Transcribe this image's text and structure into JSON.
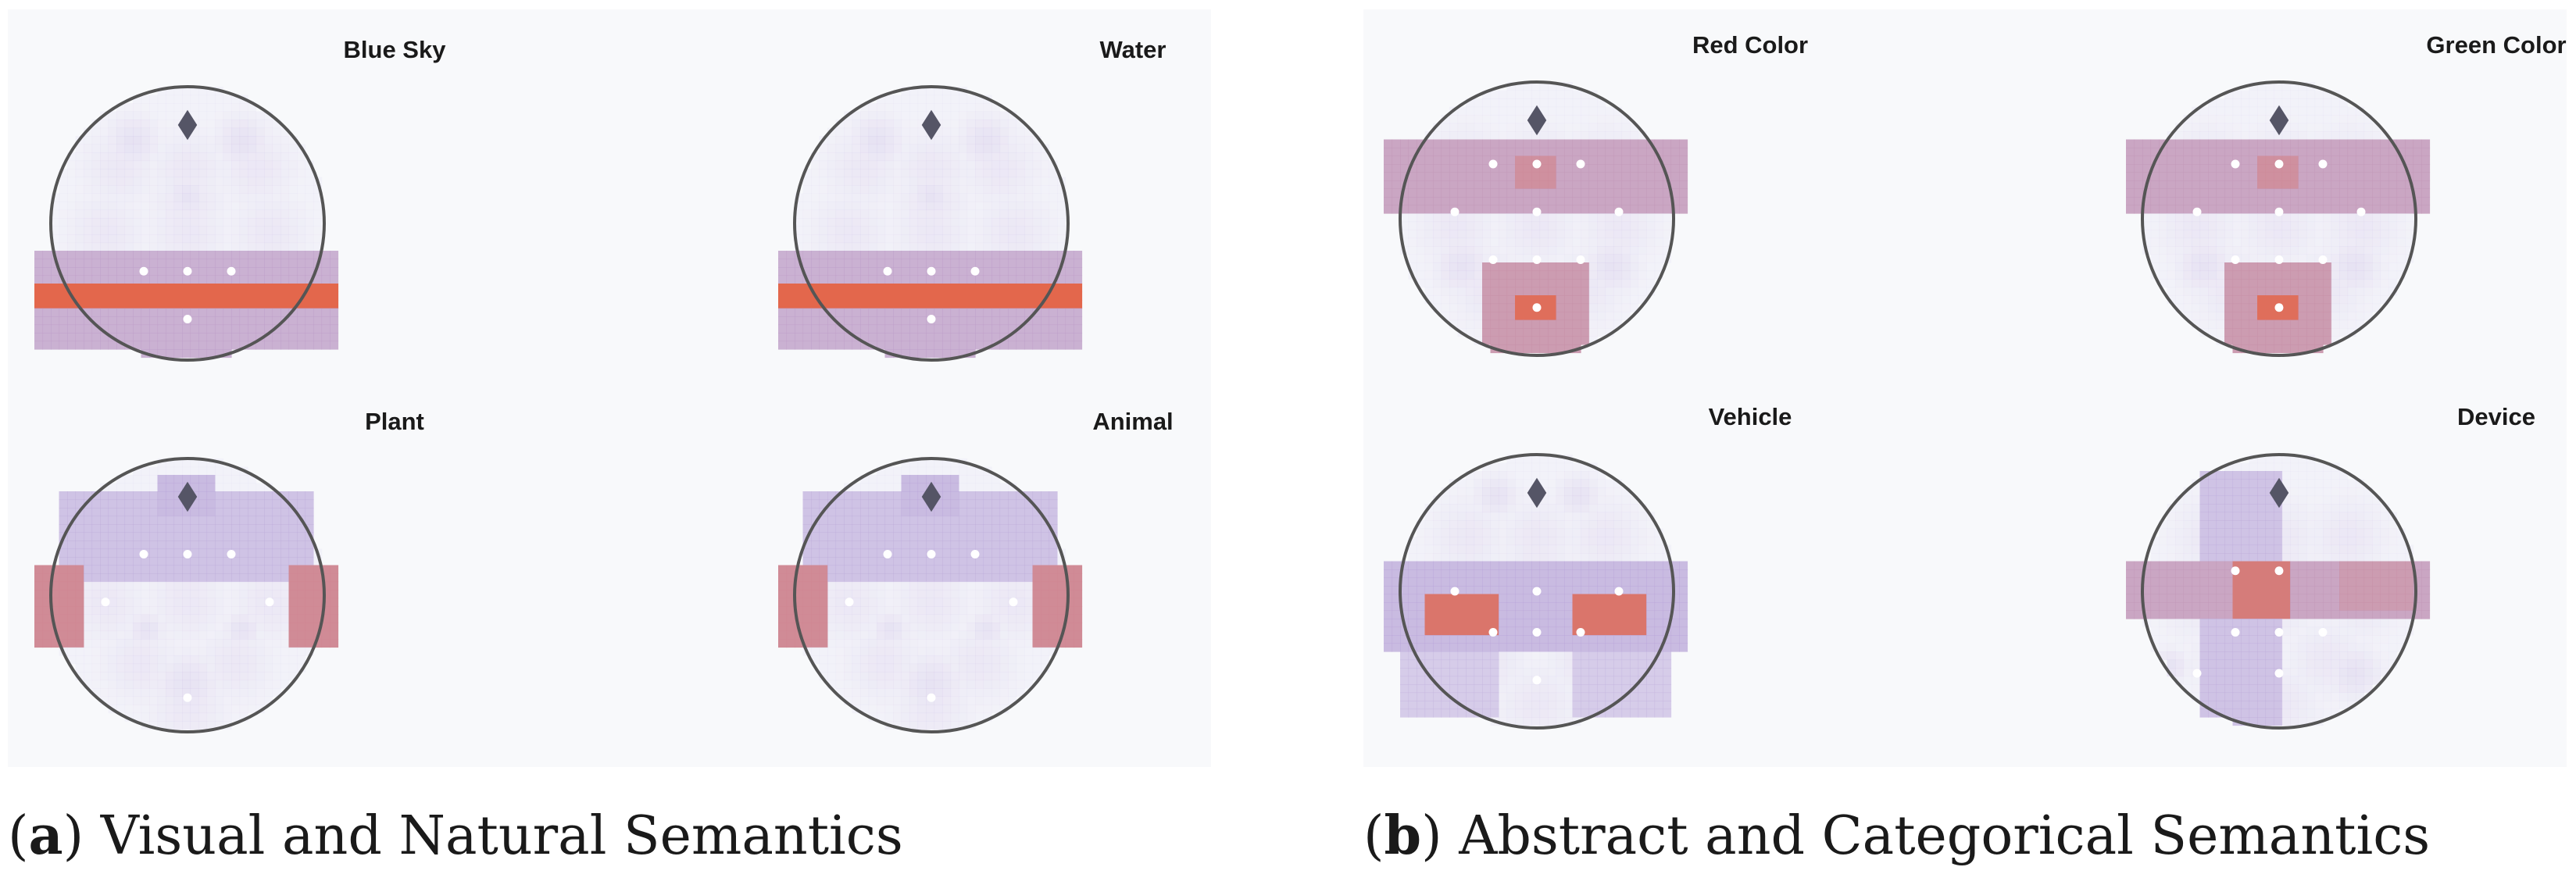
{
  "panels": [
    {
      "caption_label": "a",
      "caption_text": "Visual and Natural Semantics",
      "maps": [
        {
          "title": "Blue Sky",
          "layout": "horizontal-band"
        },
        {
          "title": "Water",
          "layout": "horizontal-band"
        },
        {
          "title": "Plant",
          "layout": "bilateral-arc"
        },
        {
          "title": "Animal",
          "layout": "bilateral-arc"
        }
      ]
    },
    {
      "caption_label": "b",
      "caption_text": "Abstract and Categorical Semantics",
      "maps": [
        {
          "title": "Red Color",
          "layout": "frontal-occipital"
        },
        {
          "title": "Green Color",
          "layout": "frontal-occipital"
        },
        {
          "title": "Vehicle",
          "layout": "central-band-posterior"
        },
        {
          "title": "Device",
          "layout": "cross"
        }
      ]
    }
  ],
  "colors": {
    "panel_bg": "#f8f9fb",
    "low": "#e9e6f6",
    "mid": "#b9a6d8",
    "high": "#e8603c",
    "head_outline": "#555555",
    "nose_marker": "#555566",
    "electrode": "#ffffff"
  }
}
